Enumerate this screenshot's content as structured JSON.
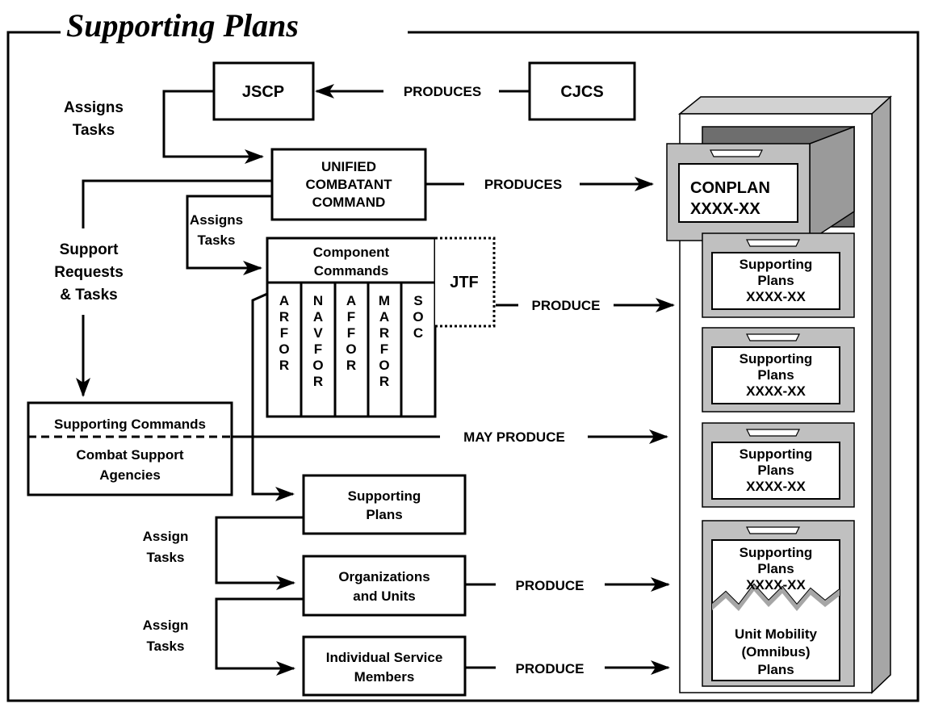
{
  "title": "Supporting Plans",
  "nodes": {
    "jscp": "JSCP",
    "cjcs": "CJCS",
    "unified": [
      "UNIFIED",
      "COMBATANT",
      "COMMAND"
    ],
    "component": [
      "Component",
      "Commands"
    ],
    "jtf": "JTF",
    "components": [
      [
        "A",
        "R",
        "F",
        "O",
        "R"
      ],
      [
        "N",
        "A",
        "V",
        "F",
        "O",
        "R"
      ],
      [
        "A",
        "F",
        "F",
        "O",
        "R"
      ],
      [
        "M",
        "A",
        "R",
        "F",
        "O",
        "R"
      ],
      [
        "S",
        "O",
        "C"
      ]
    ],
    "supporting_commands": "Supporting Commands",
    "combat_support": [
      "Combat Support",
      "Agencies"
    ],
    "supporting_plans_box": [
      "Supporting",
      "Plans"
    ],
    "orgs_units": [
      "Organizations",
      "and Units"
    ],
    "individual": [
      "Individual Service",
      "Members"
    ]
  },
  "labels": {
    "produces_cjcs": "PRODUCES",
    "produces_unified": "PRODUCES",
    "produce_jtf": "PRODUCE",
    "may_produce": "MAY PRODUCE",
    "produce_orgs": "PRODUCE",
    "produce_individual": "PRODUCE",
    "assigns_tasks_1": [
      "Assigns",
      "Tasks"
    ],
    "assigns_tasks_2": [
      "Assigns",
      "Tasks"
    ],
    "support_requests": [
      "Support",
      "Requests",
      "& Tasks"
    ],
    "assign_tasks_1": [
      "Assign",
      "Tasks"
    ],
    "assign_tasks_2": [
      "Assign",
      "Tasks"
    ]
  },
  "cabinet": {
    "conplan": [
      "CONPLAN",
      "XXXX-XX"
    ],
    "drawers": [
      [
        "Supporting",
        "Plans",
        "XXXX-XX"
      ],
      [
        "Supporting",
        "Plans",
        "XXXX-XX"
      ],
      [
        "Supporting",
        "Plans",
        "XXXX-XX"
      ]
    ],
    "last_drawer_top": [
      "Supporting",
      "Plans",
      "XXXX-XX"
    ],
    "last_drawer_bottom": [
      "Unit Mobility",
      "(Omnibus)",
      "Plans"
    ]
  }
}
